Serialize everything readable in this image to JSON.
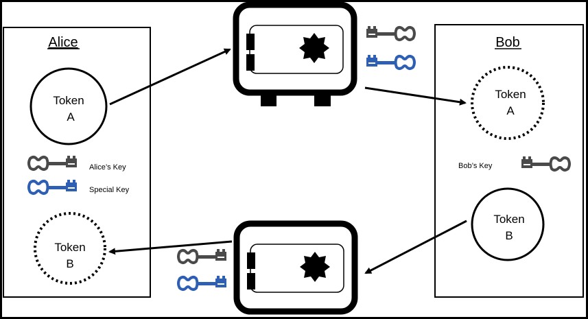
{
  "alice": {
    "title": "Alice",
    "token_a": {
      "line1": "Token",
      "line2": "A"
    },
    "token_b": {
      "line1": "Token",
      "line2": "B"
    },
    "legend": {
      "alice_key": "Alice’s Key",
      "special_key": "Special Key"
    }
  },
  "bob": {
    "title": "Bob",
    "token_a": {
      "line1": "Token",
      "line2": "A"
    },
    "token_b": {
      "line1": "Token",
      "line2": "B"
    },
    "bob_key": "Bob’s Key"
  },
  "colors": {
    "gray_key": "#4a4a4a",
    "blue_key": "#2e5fb3",
    "ink": "#000000"
  }
}
